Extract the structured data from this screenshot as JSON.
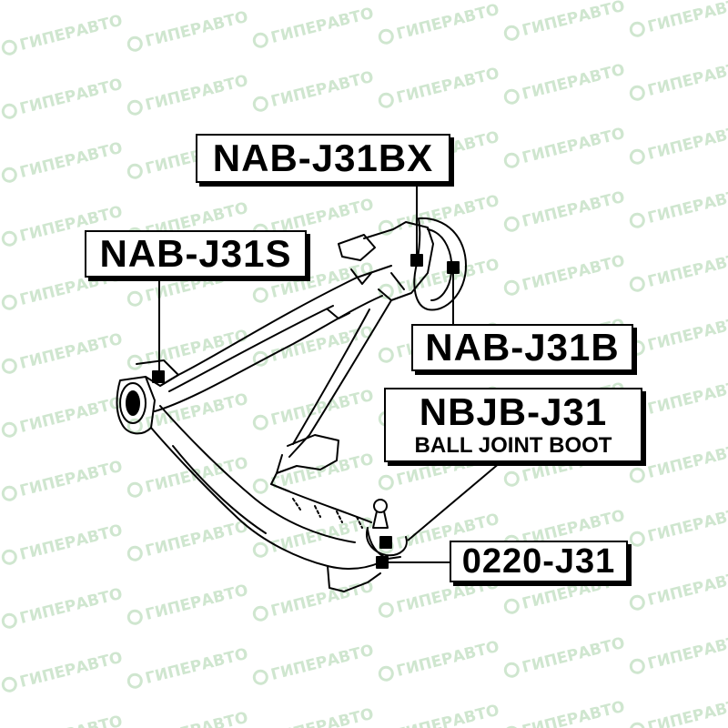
{
  "watermark": {
    "text": "ГИПЕРАВТО",
    "color": "#cfe6cf"
  },
  "parts": [
    {
      "id": "nab-j31bx",
      "part_number": "NAB-J31BX",
      "description": ""
    },
    {
      "id": "nab-j31s",
      "part_number": "NAB-J31S",
      "description": ""
    },
    {
      "id": "nab-j31b",
      "part_number": "NAB-J31B",
      "description": ""
    },
    {
      "id": "nbjb-j31",
      "part_number": "NBJB-J31",
      "description": "BALL JOINT BOOT"
    },
    {
      "id": "0220-j31",
      "part_number": "0220-J31",
      "description": ""
    }
  ]
}
